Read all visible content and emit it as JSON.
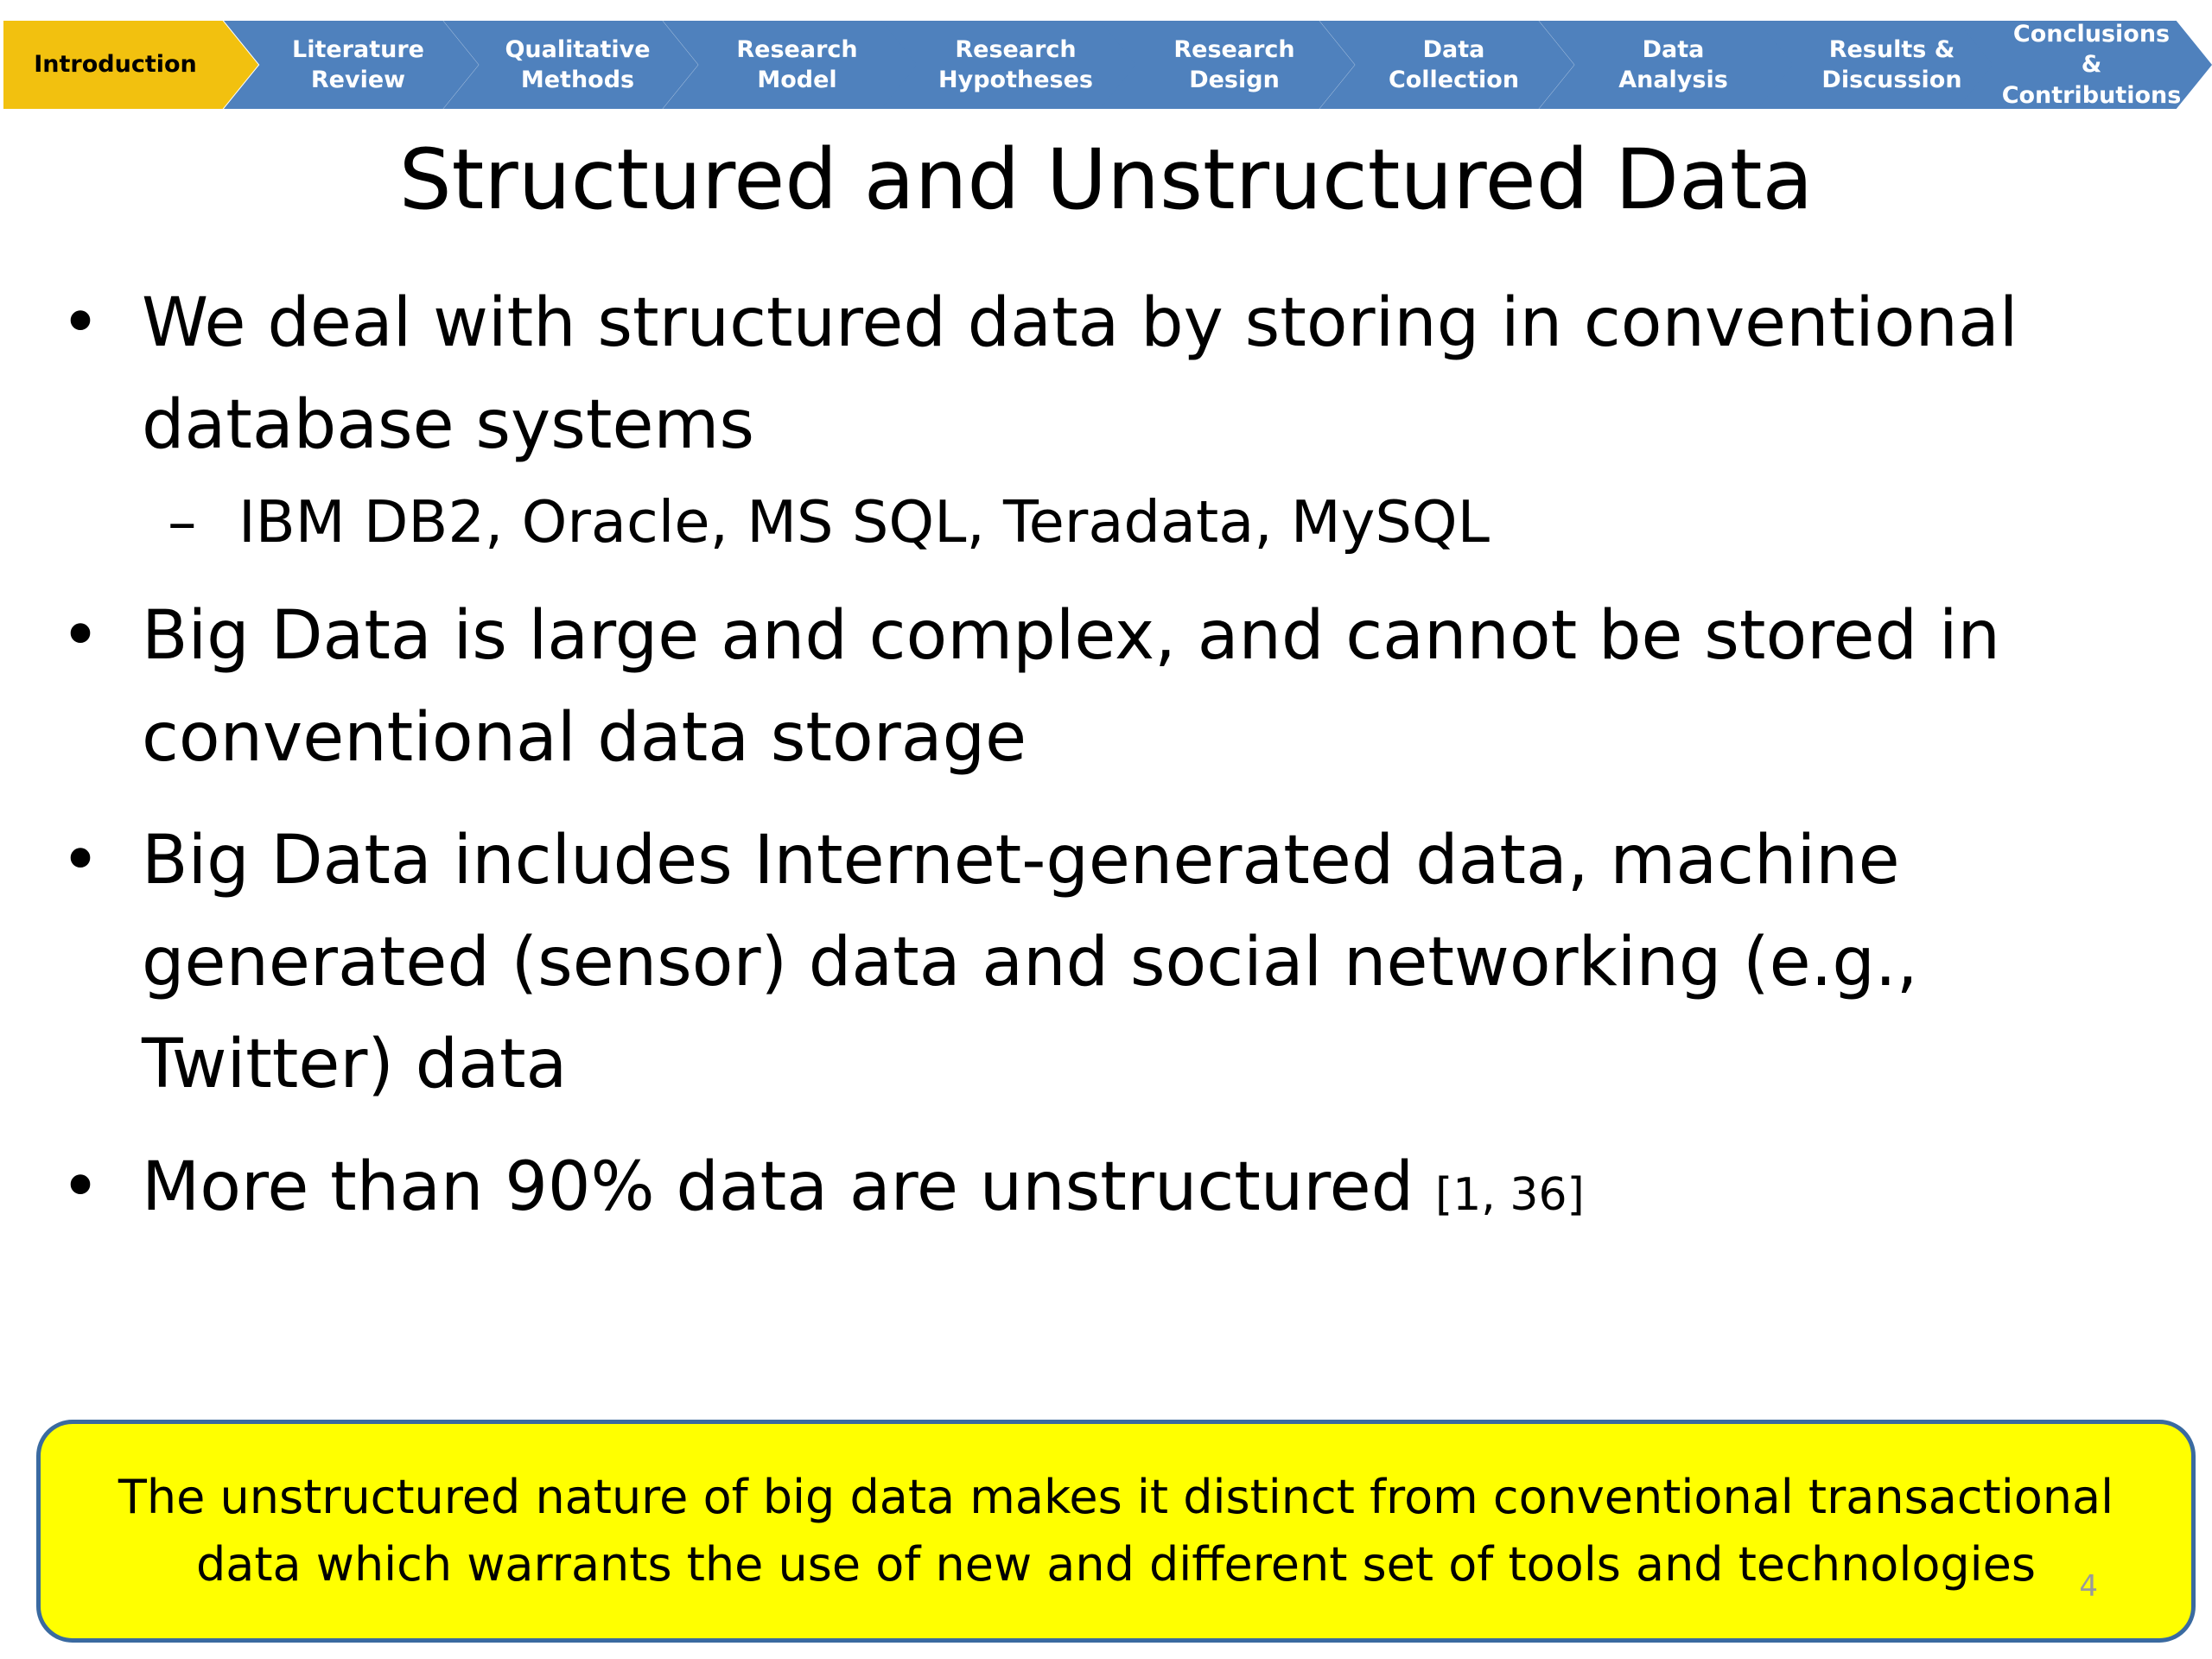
{
  "progress": {
    "steps": [
      {
        "label": "Introduction",
        "active": true
      },
      {
        "label": "Literature\nReview",
        "active": false
      },
      {
        "label": "Qualitative\nMethods",
        "active": false
      },
      {
        "label": "Research\nModel",
        "active": false
      },
      {
        "label": "Research\nHypotheses",
        "active": false
      },
      {
        "label": "Research\nDesign",
        "active": false
      },
      {
        "label": "Data\nCollection",
        "active": false
      },
      {
        "label": "Data Analysis",
        "active": false
      },
      {
        "label": "Results &\nDiscussion",
        "active": false
      },
      {
        "label": "Conclusions &\nContributions",
        "active": false
      }
    ],
    "colors": {
      "active": "#f2c10f",
      "inactive": "#4f81bd"
    }
  },
  "slide": {
    "title": "Structured and Unstructured Data",
    "bullets": [
      {
        "marker": "•",
        "text": "We deal with structured data by storing in conventional database systems",
        "sub": {
          "marker": "–",
          "text": "IBM DB2, Oracle, MS SQL, Teradata, MySQL"
        }
      },
      {
        "marker": "•",
        "text": "Big Data is large and complex, and cannot be stored in conventional data storage"
      },
      {
        "marker": "•",
        "text": "Big Data includes Internet-generated data, machine generated (sensor) data and social networking (e.g., Twitter) data"
      },
      {
        "marker": "•",
        "text": "More than 90% data are unstructured ",
        "citation": "[1, 36]"
      }
    ],
    "callout": {
      "text": "The unstructured nature of big data makes it distinct from conventional transactional data which warrants the use of new and different set of tools and technologies",
      "background": "#ffff00",
      "border": "#3a6aa0"
    },
    "page_number": "4"
  }
}
